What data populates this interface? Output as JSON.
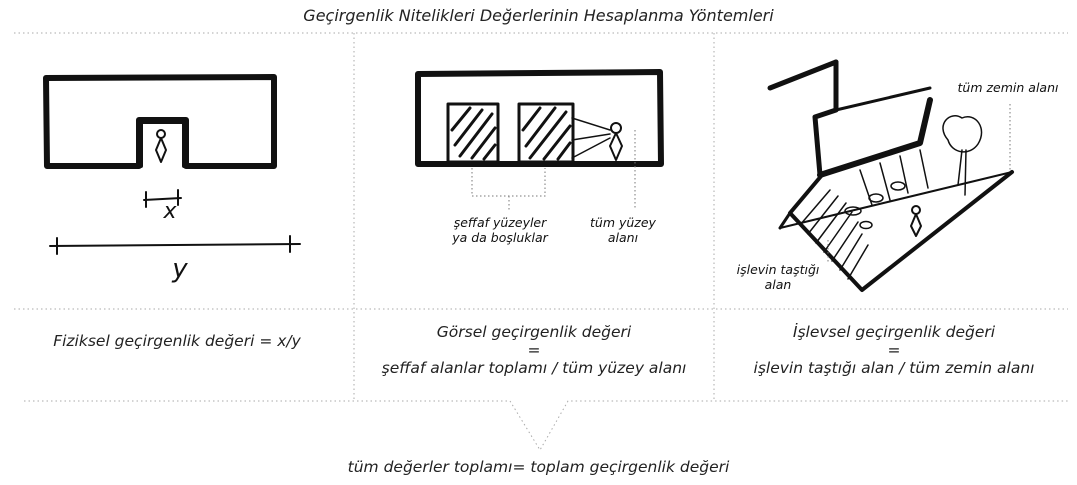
{
  "title": "Geçirgenlik Nitelikleri Değerlerinin Hesaplanma Yöntemleri",
  "panels": [
    {
      "sketch_labels": {
        "x": "x",
        "y": "y"
      },
      "formula": {
        "line1": "Fiziksel geçirgenlik değeri = x/y",
        "line2": "",
        "line3": ""
      }
    },
    {
      "sketch_labels": {
        "transparent_line1": "şeffaf yüzeyler",
        "transparent_line2": "ya da boşluklar",
        "total_line1": "tüm yüzey",
        "total_line2": "alanı"
      },
      "formula": {
        "line1": "Görsel geçirgenlik değeri",
        "line2": "=",
        "line3": "şeffaf alanlar toplamı / tüm yüzey alanı"
      }
    },
    {
      "sketch_labels": {
        "floor_label": "tüm zemin alanı",
        "overflow_line1": "işlevin taştığı",
        "overflow_line2": "alan"
      },
      "formula": {
        "line1": "İşlevsel geçirgenlik değeri",
        "line2": "=",
        "line3": "işlevin taştığı alan / tüm zemin alanı"
      }
    }
  ],
  "total_formula": "tüm değerler toplamı= toplam geçirgenlik değeri"
}
